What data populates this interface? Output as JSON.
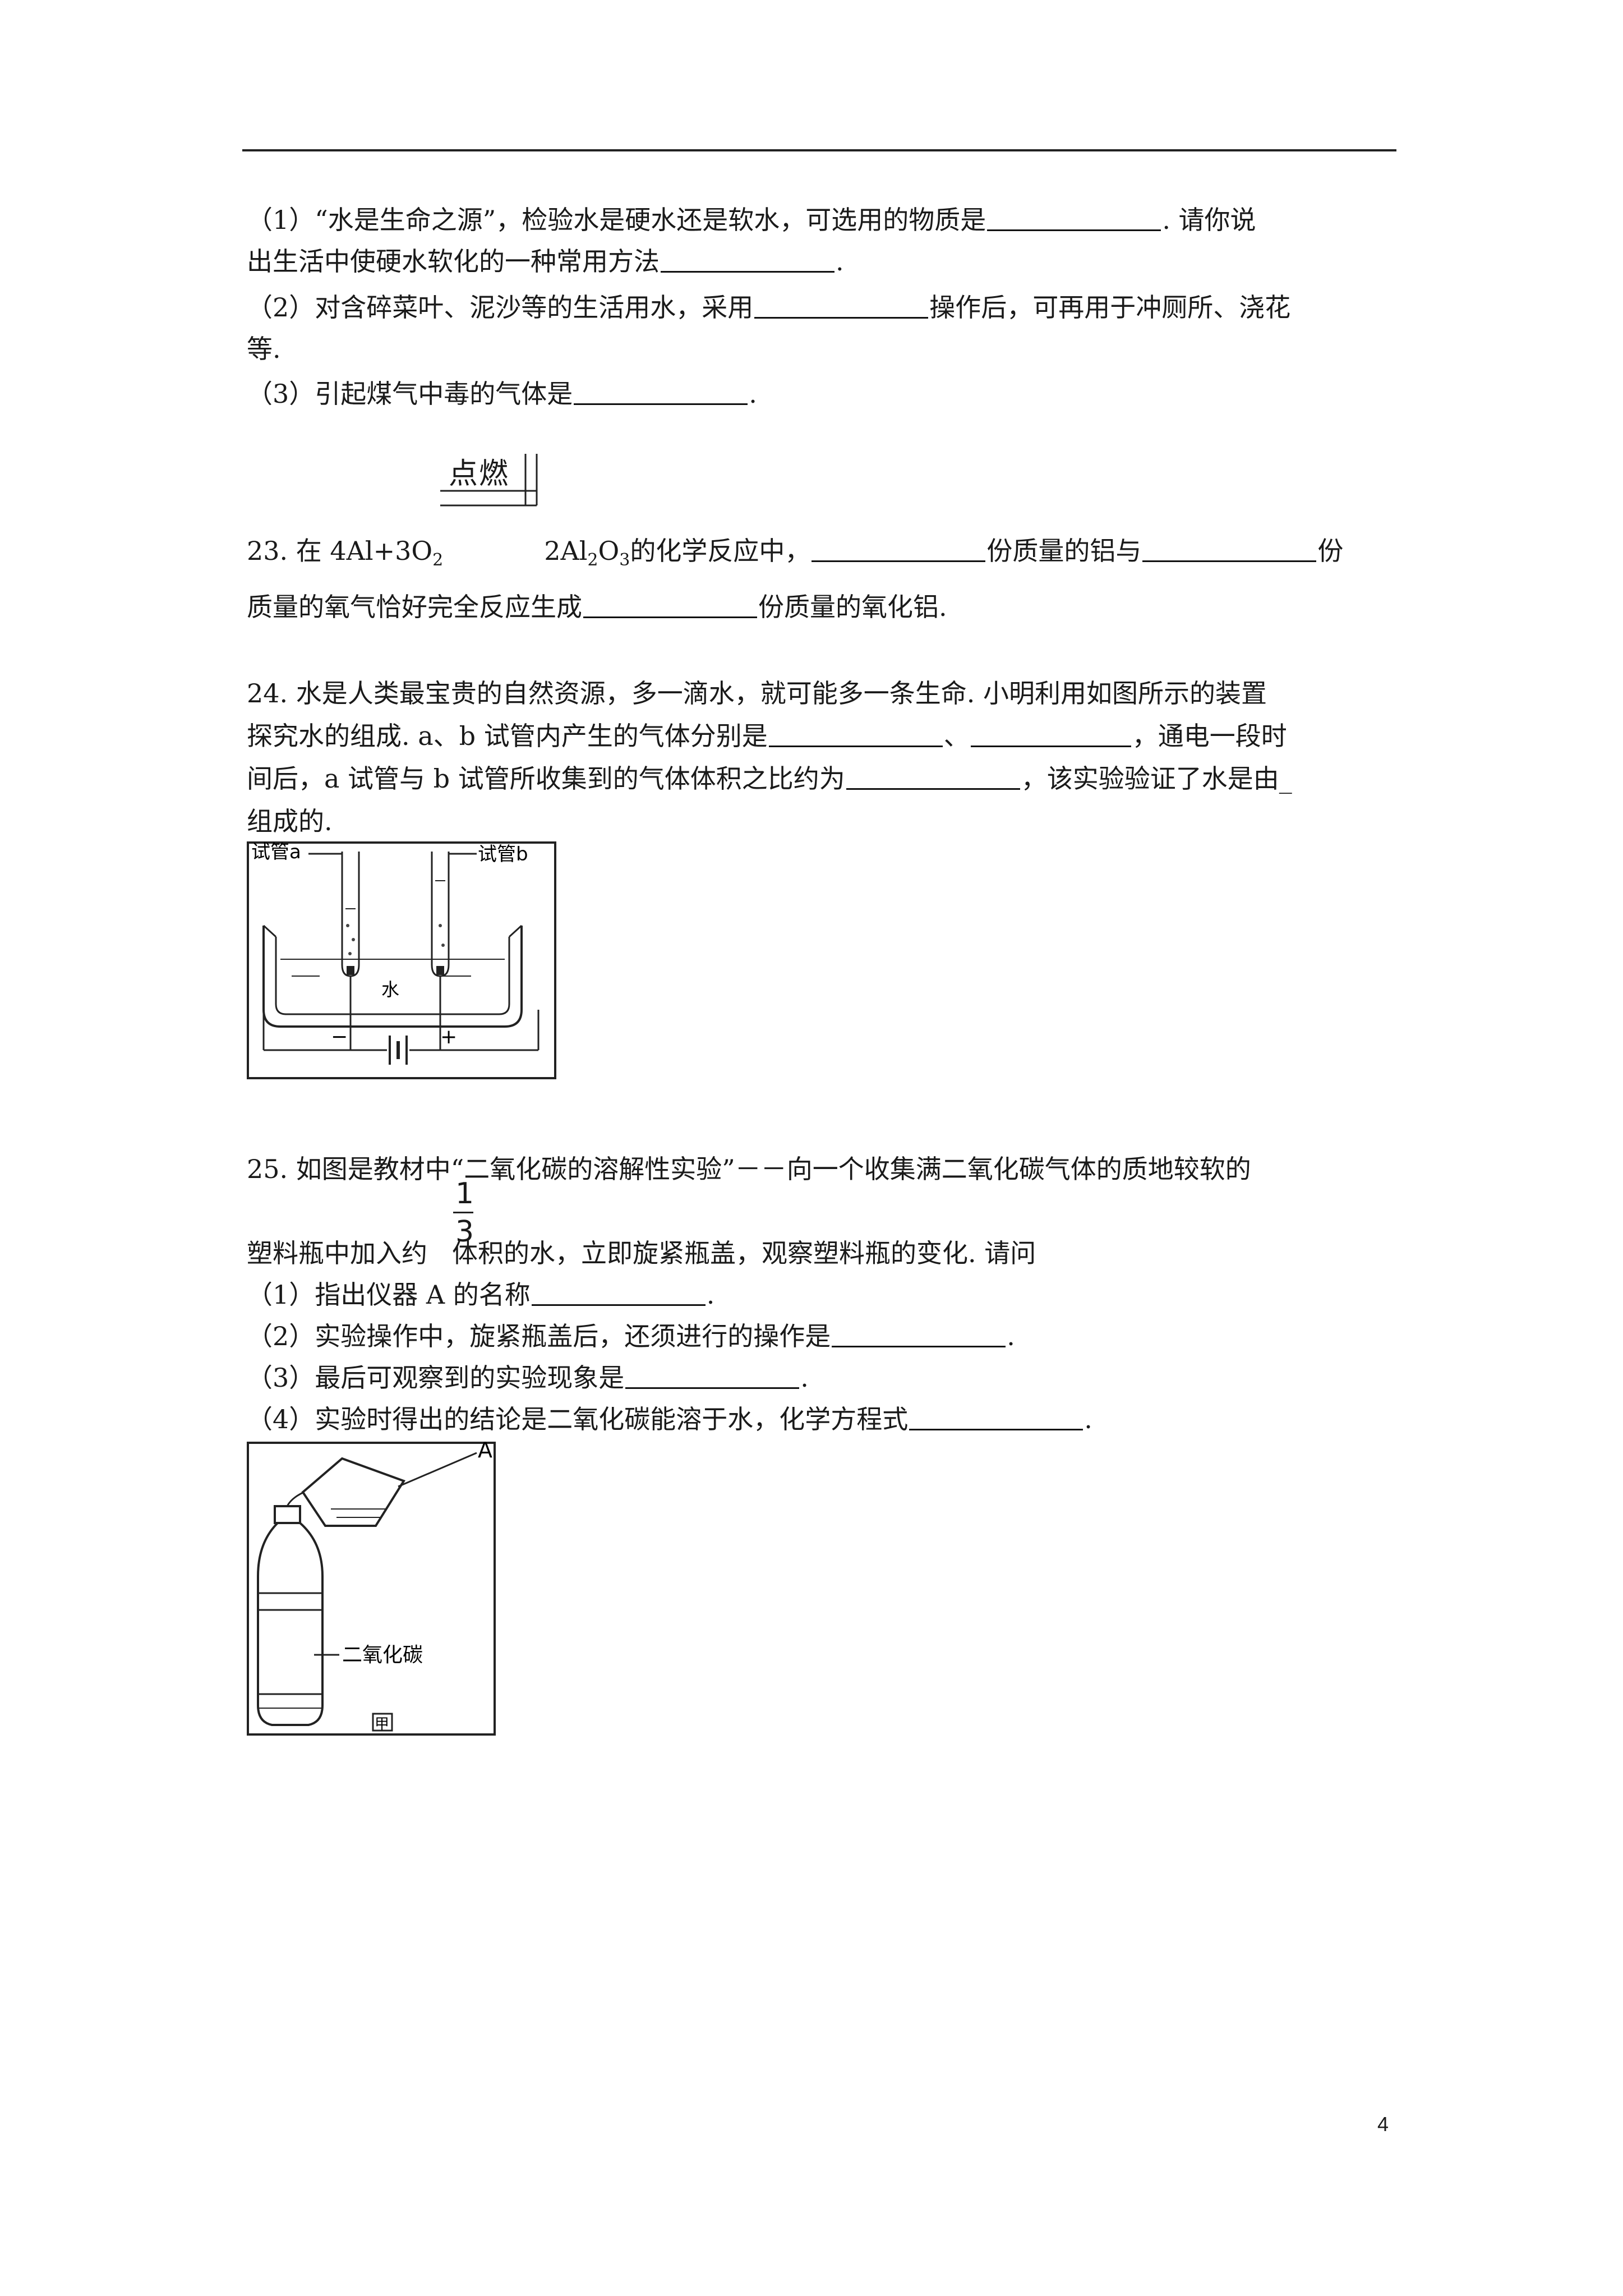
{
  "header_rule": true,
  "q22": {
    "p1_line1": "（1）“水是生命之源”，检验水是硬水还是软水，可选用的物质是",
    "p1_line1_end": ". 请你说",
    "p1_line2": "出生活中使硬水软化的一种常用方法",
    "p1_line2_end": ".",
    "p2_line1": "（2）对含碎菜叶、泥沙等的生活用水，采用",
    "p2_line1_end": "操作后，可再用于冲厕所、浇花",
    "p2_line2": "等.",
    "p3": "（3）引起煤气中毒的气体是",
    "p3_end": "."
  },
  "q23": {
    "condition": "点燃",
    "line1_a": "23. 在 4Al+3O",
    "sub2": "2",
    "product_a": "2Al",
    "sub_al": "2",
    "product_b": "O",
    "sub_o": "3",
    "line1_b": "的化学反应中，",
    "line1_c": "份质量的铝与",
    "line1_d": "份",
    "line2_a": "质量的氧气恰好完全反应生成",
    "line2_b": "份质量的氧化铝."
  },
  "q24": {
    "line1": "24. 水是人类最宝贵的自然资源，多一滴水，就可能多一条生命. 小明利用如图所示的装置",
    "line2_a": "探究水的组成. a、b 试管内产生的气体分别是",
    "line2_b": "、",
    "line2_c": "，通电一段时",
    "line3_a": "间后，a 试管与 b 试管所收集到的气体体积之比约为",
    "line3_b": "，该实验验证了水是由_",
    "line4": "组成的.",
    "fig_label_a": "试管a",
    "fig_label_b": "试管b",
    "fig_label_water": "水",
    "fig_minus": "−",
    "fig_plus": "+"
  },
  "q25": {
    "line1": "25. 如图是教材中“二氧化碳的溶解性实验”－－向一个收集满二氧化碳气体的质地较软的",
    "frac_num": "1",
    "frac_den": "3",
    "line2_a": "塑料瓶中加入约",
    "line2_b": "体积的水，立即旋紧瓶盖，观察塑料瓶的变化. 请问",
    "s1": "（1）指出仪器 A 的名称",
    "s1_end": ".",
    "s2": "（2）实验操作中，旋紧瓶盖后，还须进行的操作是",
    "s2_end": ".",
    "s3": "（3）最后可观察到的实验现象是",
    "s3_end": ".",
    "s4": "（4）实验时得出的结论是二氧化碳能溶于水，化学方程式",
    "s4_end": ".",
    "fig_label_a": "A",
    "fig_label_co2": "二氧化碳",
    "fig_label_bottom": "甲"
  },
  "page_number": "4"
}
